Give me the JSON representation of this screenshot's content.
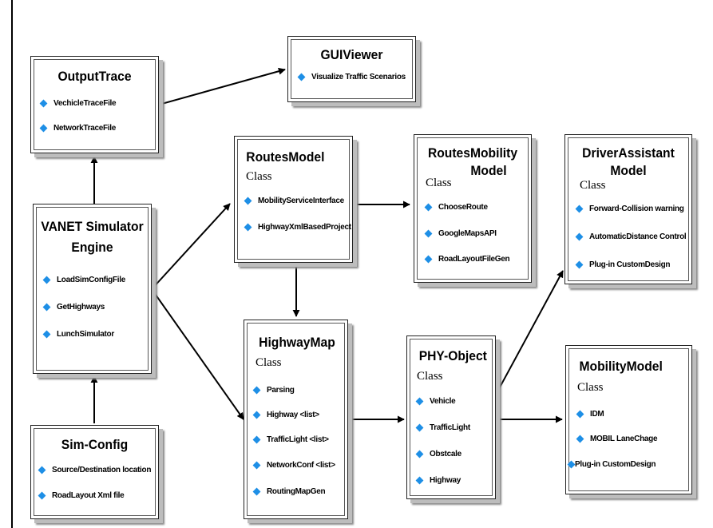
{
  "boxes": {
    "output_trace": {
      "title": "OutputTrace",
      "items": [
        "VechicleTraceFile",
        "NetworkTraceFile"
      ]
    },
    "gui_viewer": {
      "title": "GUIViewer",
      "items": [
        "Visualize Traffic Scenarios"
      ]
    },
    "routes_model": {
      "title": "RoutesModel",
      "class": "Class",
      "items": [
        "MobilityServiceInterface",
        "HighwayXmlBasedProject"
      ]
    },
    "routes_mobility": {
      "title_line1": "RoutesMobility",
      "title_line2": "Model",
      "class": "Class",
      "items": [
        "ChooseRoute",
        "GoogleMapsAPI",
        "RoadLayoutFileGen"
      ]
    },
    "driver_assistant": {
      "title_line1": "DriverAssistant",
      "title_line2": "Model",
      "class": "Class",
      "items": [
        "Forward-Collision warning",
        "AutomaticDistance Control",
        "Plug-in CustomDesign"
      ]
    },
    "vanet_engine": {
      "title_line1": "VANET Simulator",
      "title_line2": "Engine",
      "items": [
        "LoadSimConfigFile",
        "GetHighways",
        "LunchSimulator"
      ]
    },
    "highway_map": {
      "title": "HighwayMap",
      "class": "Class",
      "items": [
        "Parsing",
        "Highway <list>",
        "TrafficLight <list>",
        "NetworkConf <list>",
        "RoutingMapGen"
      ]
    },
    "phy_object": {
      "title": "PHY-Object",
      "class": "Class",
      "items": [
        "Vehicle",
        "TrafficLight",
        "Obstcale",
        "Highway"
      ]
    },
    "mobility_model": {
      "title": "MobilityModel",
      "class": "Class",
      "items": [
        "IDM",
        "MOBIL LaneChage",
        "Plug-in CustomDesign"
      ]
    },
    "sim_config": {
      "title": "Sim-Config",
      "items": [
        "Source/Destination location",
        "RoadLayout Xml file"
      ]
    }
  },
  "colors": {
    "bullet": "#1e8fe6",
    "line": "#000000",
    "shadow": "#8a8a8a"
  },
  "icons": {
    "bullet": "diamond-bullet-icon",
    "arrow": "arrowhead-icon"
  }
}
